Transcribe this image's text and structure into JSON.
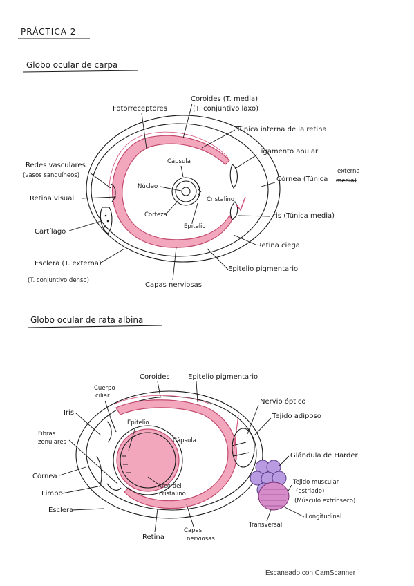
{
  "header": {
    "title": "PRÁCTICA 2"
  },
  "diagram1": {
    "title": "Globo ocular de carpa",
    "labels": {
      "fotorreceptores": "Fotorreceptores",
      "coroides1": "Coroides (T. media)",
      "coroides2": "(T. conjuntivo laxo)",
      "tunica_interna": "Túnica interna de la retina",
      "ligamento": "Ligamento anular",
      "redes1": "Redes vasculares",
      "redes2": "(vasos sanguíneos)",
      "capsula": "Cápsula",
      "nucleo": "Núcleo",
      "cornea": "Córnea (Túnica",
      "externa": "externa",
      "media_tachada": "media)",
      "retina_visual": "Retina visual",
      "cristalino": "Cristalino",
      "iris": "Iris (Túnica media)",
      "corteza": "Corteza",
      "epitelio": "Epitelio",
      "cartilago": "Cartílago",
      "retina_ciega": "Retina ciega",
      "esclera1": "Esclera (T. externa)",
      "esclera2": "(T. conjuntivo denso)",
      "epitelio_pig": "Epitelio pigmentario",
      "capas": "Capas nerviosas"
    }
  },
  "diagram2": {
    "title": "Globo ocular de rata albina",
    "labels": {
      "cuerpo1": "Cuerpo",
      "cuerpo2": "ciliar",
      "coroides": "Coroides",
      "epitelio_pig": "Epitelio pigmentario",
      "nervio": "Nervio óptico",
      "iris": "Iris",
      "tejido_adiposo": "Tejido adiposo",
      "fibras1": "Fibras",
      "fibras2": "zonulares",
      "epitelio": "Epitelio",
      "capsula": "Cápsula",
      "glandula": "Glándula de Harder",
      "cornea": "Córnea",
      "tejido_musc1": "Tejido muscular",
      "tejido_musc2": "(estriado)",
      "tejido_musc3": "(Músculo extrínseco)",
      "limbo": "Limbo",
      "arco1": "Arco del",
      "arco2": "cristalino",
      "esclera": "Esclera",
      "longitudinal": "Longitudinal",
      "transversal": "Transversal",
      "retina": "Retina",
      "capas1": "Capas",
      "capas2": "nerviosas"
    }
  },
  "footer": {
    "scanner": "Escaneado con CamScanner"
  }
}
